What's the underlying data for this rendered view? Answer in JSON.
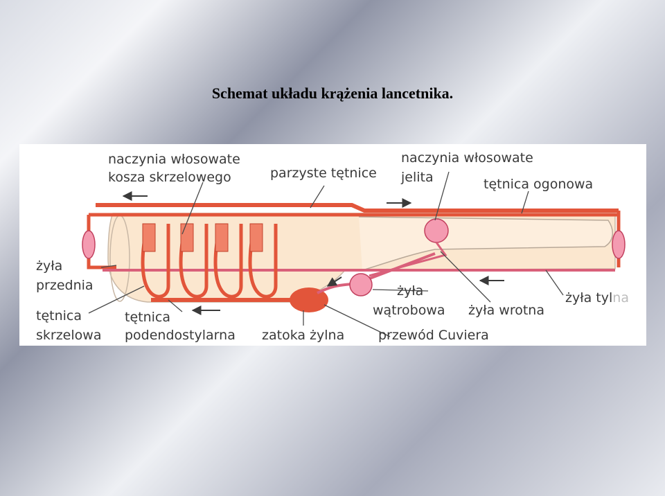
{
  "title": "Schemat układu krążenia lancetnika.",
  "labels": {
    "capillaries_gill_1": "naczynia włosowate",
    "capillaries_gill_2": "kosza skrzelowego",
    "paired_arteries": "parzyste tętnice",
    "capillaries_gut_1": "naczynia włosowate",
    "capillaries_gut_2": "jelita",
    "caudal_artery": "tętnica ogonowa",
    "anterior_vein_1": "żyła",
    "anterior_vein_2": "przednia",
    "branchial_artery_1": "tętnica",
    "branchial_artery_2": "skrzelowa",
    "subendostylar_artery_1": "tętnica",
    "subendostylar_artery_2": "podendostylarna",
    "sinus_venosus": "zatoka żylna",
    "hepatic_vein_1": "żyła",
    "hepatic_vein_2": "wątrobowa",
    "portal_vein": "żyła wrotna",
    "cuvier_duct": "przewód Cuviera",
    "posterior_vein_a": "żyła tyl",
    "posterior_vein_b": "na"
  },
  "colors": {
    "artery": "#e2553a",
    "vein": "#d9607a",
    "body_fill": "#fbe7cf",
    "line": "#4a4a4a"
  }
}
